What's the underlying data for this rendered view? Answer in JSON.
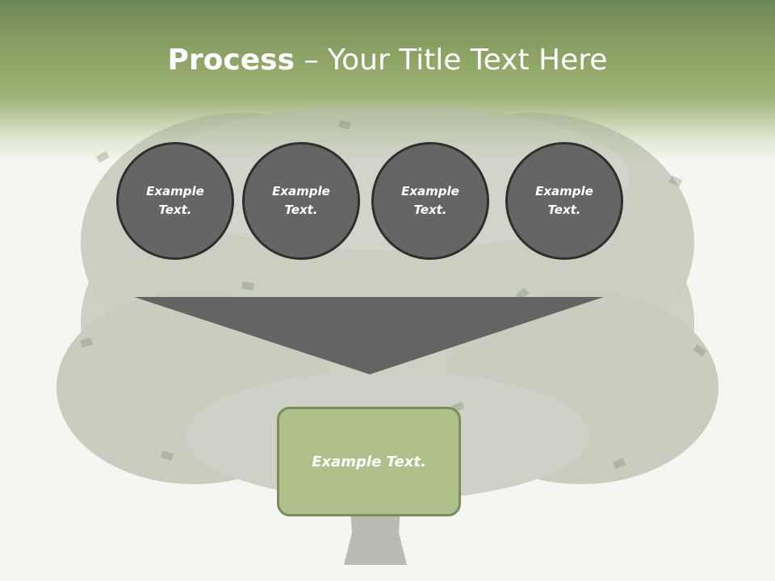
{
  "slide": {
    "title_bold": "Process",
    "title_rest": " – Your Title Text Here",
    "circles": [
      {
        "line1": "Example",
        "line2": "Text."
      },
      {
        "line1": "Example",
        "line2": "Text."
      },
      {
        "line1": "Example",
        "line2": "Text."
      },
      {
        "line1": "Example",
        "line2": "Text."
      }
    ],
    "result_box": "Example Text."
  },
  "colors": {
    "header_green": "#8ea466",
    "circle_fill": "#656565",
    "box_fill": "#b0c08a"
  }
}
